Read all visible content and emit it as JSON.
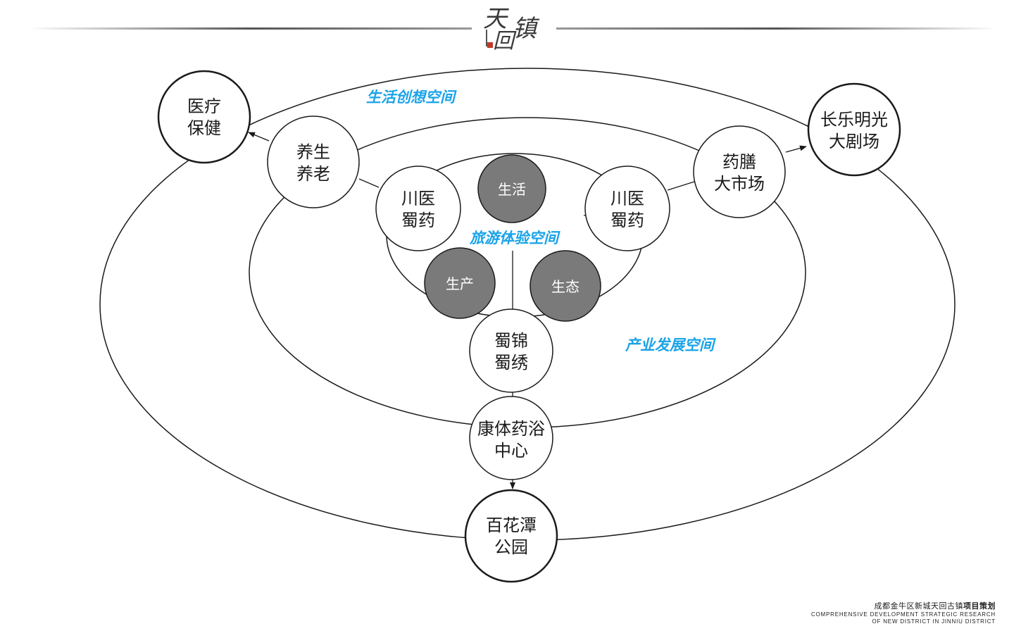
{
  "header": {
    "logo_chars": [
      "天",
      "镇",
      "回"
    ]
  },
  "zones": {
    "outer": "生活创想空间",
    "inner": "旅游体验空间",
    "middle": "产业发展空间"
  },
  "nodes": {
    "medical": [
      "医疗",
      "保健"
    ],
    "theater": [
      "长乐明光",
      "大剧场"
    ],
    "elderly": [
      "养生",
      "养老"
    ],
    "market": [
      "药膳",
      "大市场"
    ],
    "sichuan_med_left": [
      "川医",
      "蜀药"
    ],
    "sichuan_med_right": [
      "川医",
      "蜀药"
    ],
    "life": "生活",
    "production": "生产",
    "ecology": "生态",
    "brocade": [
      "蜀锦",
      "蜀绣"
    ],
    "bath": [
      "康体药浴",
      "中心"
    ],
    "park": [
      "百花潭",
      "公园"
    ]
  },
  "footer": {
    "cn_prefix": "成都金牛区新城天回古镇",
    "cn_bold": "项目策划",
    "en_line1": "COMPREHENSIVE DEVELOPMENT STRATEGIC RESEARCH",
    "en_line2": "OF NEW DISTRICT IN JINNIU DISTRICT"
  },
  "colors": {
    "zone_label": "#1aa3e8",
    "dark_node": "#7a7a7a",
    "stroke": "#1a1a1a"
  }
}
